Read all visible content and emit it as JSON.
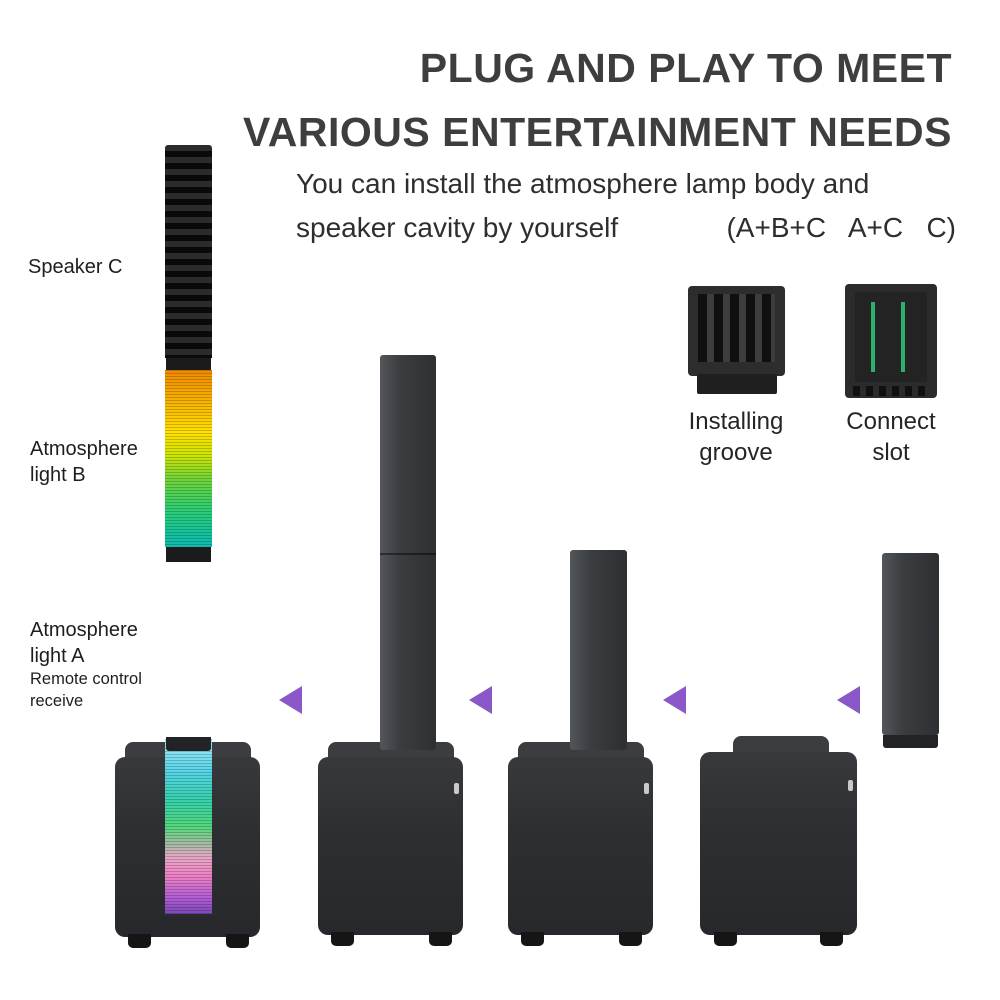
{
  "header": {
    "title_line1": "PLUG AND PLAY TO MEET",
    "title_line2": "VARIOUS ENTERTAINMENT NEEDS",
    "subtitle_line1": "You can install the atmosphere lamp body and",
    "subtitle_line2": "speaker cavity by yourself",
    "configs": "(A+B+C   A+C   C)"
  },
  "annotations": {
    "speaker_c": "Speaker C",
    "light_b": "Atmosphere light B",
    "light_a": "Atmosphere light A",
    "remote": "Remote control receive"
  },
  "details": {
    "installing_groove": "Installing groove",
    "connect_slot": "Connect slot"
  },
  "colors": {
    "arrow_accent": "#8a57c8",
    "light_b_top": "#ef8b00",
    "light_b_bottom": "#0fb9b0",
    "light_a_top": "#a8eef8",
    "light_a_bottom": "#7b48b8",
    "connect_slot_lines": "#2fae6e",
    "body_dark": "#2d2f32"
  }
}
